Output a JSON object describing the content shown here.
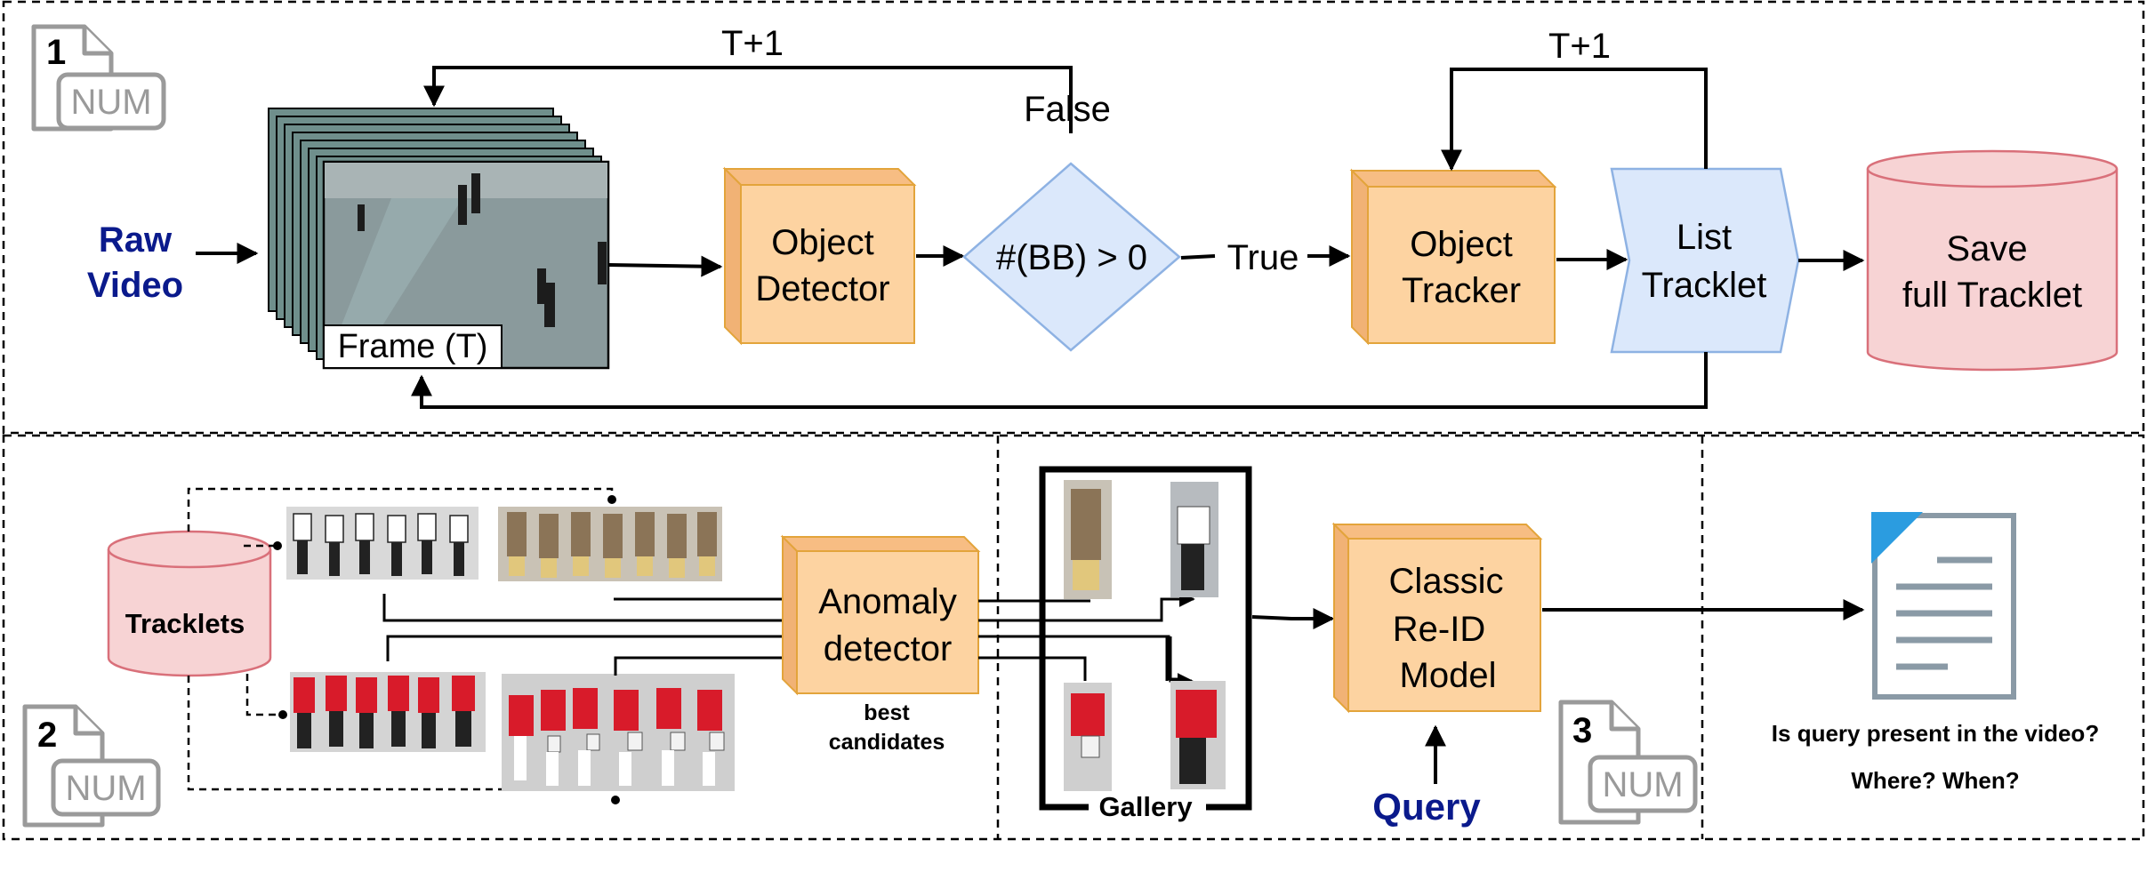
{
  "colors": {
    "orange_fill": "#fdd3a1",
    "orange_stroke": "#e3a43b",
    "blue_fill": "#dbe8fb",
    "blue_stroke": "#8eb2e3",
    "red_fill": "#f7d3d4",
    "red_stroke": "#d9707a",
    "navy_text": "#0a1a8c",
    "doc_blue": "#2b9ce0",
    "frame_fill": "#6f8f8c",
    "icon_gray": "#9a9a9a"
  },
  "section1": {
    "badge": {
      "number": "1",
      "label": "NUM",
      "icon": "document-icon"
    },
    "raw_video": [
      "Raw",
      "Video"
    ],
    "frame_label": "Frame (T)",
    "object_detector": [
      "Object",
      "Detector"
    ],
    "decision": "#(BB) > 0",
    "false_label": "False",
    "true_label": "True",
    "loop_label_left": "T+1",
    "loop_label_right": "T+1",
    "object_tracker": [
      "Object",
      "Tracker"
    ],
    "list_tracklet": [
      "List",
      "Tracklet"
    ],
    "save_tracklet": [
      "Save",
      "full Tracklet"
    ]
  },
  "section2": {
    "badge": {
      "number": "2",
      "label": "NUM",
      "icon": "document-icon"
    },
    "tracklets": "Tracklets",
    "anomaly_detector": [
      "Anomaly",
      "detector"
    ],
    "best_candidates": [
      "best",
      "candidates"
    ]
  },
  "section3": {
    "badge": {
      "number": "3",
      "label": "NUM",
      "icon": "document-icon"
    },
    "gallery": "Gallery",
    "classic_reid": [
      "Classic",
      "Re-ID",
      "Model"
    ],
    "query": "Query",
    "question_1": "Is query present in the video?",
    "question_2": "Where? When?"
  }
}
